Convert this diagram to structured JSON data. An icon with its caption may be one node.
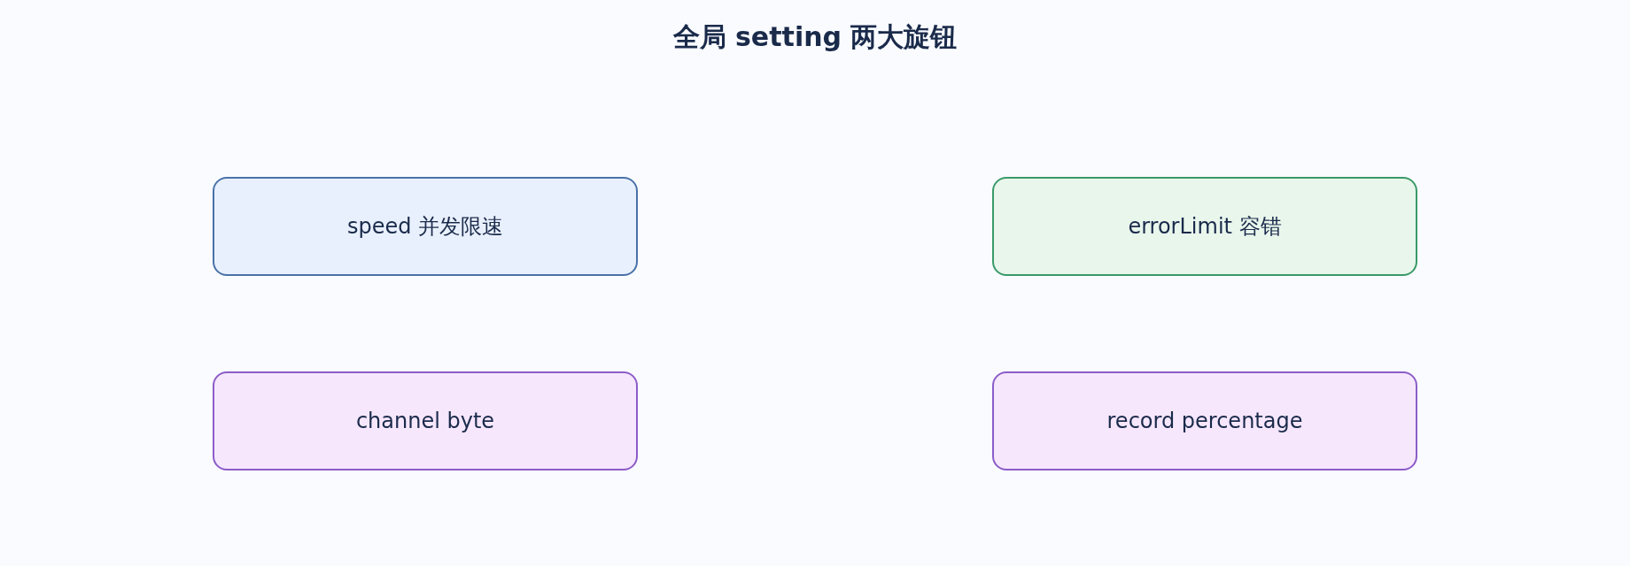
{
  "diagram": {
    "title": "全局 setting 两大旋钮",
    "nodes": [
      {
        "text": [
          "speed 并发限速"
        ]
      },
      {
        "text": [
          "errorLimit 容错"
        ]
      },
      {
        "text": [
          "channel byte"
        ]
      },
      {
        "text": [
          "record percentage"
        ]
      }
    ]
  }
}
